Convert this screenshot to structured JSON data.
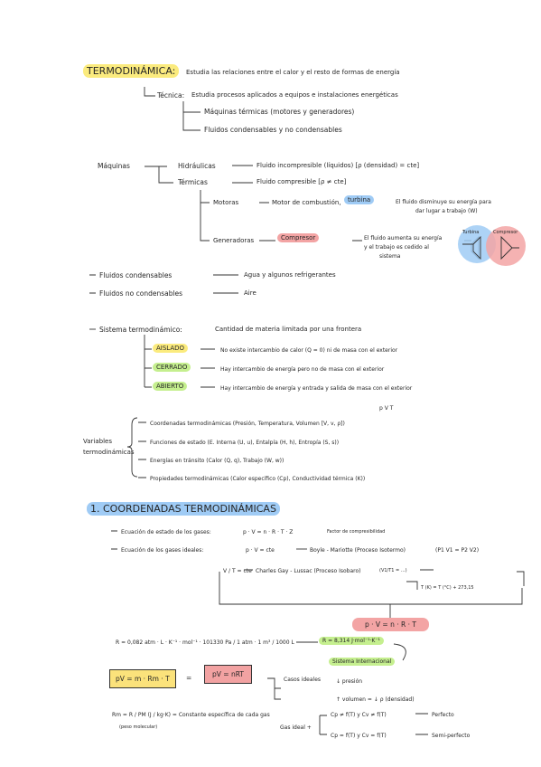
{
  "title": {
    "label": "TERMODINÁMICA:",
    "desc": "Estudia las relaciones entre el calor y el resto de formas de energía"
  },
  "tecnica": {
    "label": "Técnica:",
    "desc": "Estudia procesos aplicados a equipos e instalaciones energéticas",
    "items": [
      "Máquinas térmicas (motores y generadores)",
      "Fluidos condensables y no condensables"
    ]
  },
  "maquinas": {
    "label": "Máquinas",
    "hidraulicas": "Hidráulicas",
    "hidraulicas_desc": "Fluido incompresible (líquidos) [ρ (densidad) = cte]",
    "termicas": "Térmicas",
    "termicas_desc": "Fluido compresible [ρ ≠ cte]",
    "motoras": "Motoras",
    "motoras_desc": "Motor de combustión,",
    "turbina": "turbina",
    "motoras_note": [
      "El fluido disminuye su energía para",
      "dar lugar a trabajo (W)"
    ],
    "generadoras": "Generadoras",
    "compresor": "Compresor",
    "generadoras_note": [
      "El fluido aumenta su energía",
      "y el trabajo es cedido al",
      "sistema"
    ],
    "turbina_label": "Turbina",
    "compresor_label": "Compresor"
  },
  "fluidos": [
    {
      "label": "Fluidos condensables",
      "desc": "Agua y algunos refrigerantes"
    },
    {
      "label": "Fluidos no condensables",
      "desc": "Aire"
    }
  ],
  "sistema": {
    "label": "Sistema termodinámico:",
    "desc": "Cantidad de materia limitada por una frontera",
    "items": [
      {
        "name": "AISLADO",
        "desc": "No existe intercambio de calor (Q = 0) ni de masa con el exterior"
      },
      {
        "name": "CERRADO",
        "desc": "Hay intercambio de energía pero no de masa con el exterior"
      },
      {
        "name": "ABIERTO",
        "desc": "Hay intercambio de energía y entrada y salida de masa con el exterior"
      }
    ]
  },
  "variables": {
    "label": [
      "Variables",
      "termodinámicas"
    ],
    "top_note": "p  V  T",
    "items": [
      "Coordenadas termodinámicas (Presión, Temperatura, Volumen [V, v, ρ])",
      "Funciones de estado (E. Interna (U, u), Entalpía (H, h), Entropía (S, s))",
      "Energías en tránsito (Calor (Q, q), Trabajo (W, w))",
      "Propiedades termodinámicas (Calor específico (Cp), Conductividad térmica (K))"
    ]
  },
  "section1": {
    "title": "1. COORDENADAS TERMODINÁMICAS",
    "eq1_label": "Ecuación de estado de los gases:",
    "eq1": "p · V = n · R · T · Z",
    "eq1_note": "Factor de compresibilidad",
    "eq2_label": "Ecuación de los gases ideales:",
    "eq2": "p · V = cte",
    "eq2_law": "Boyle - Mariotte (Proceso Isotermo)",
    "eq2_rel": "(P1 V1 = P2 V2)",
    "eq3": "V / T = cte",
    "eq3_law": "Charles Gay - Lussac (Proceso Isobaro)",
    "eq3_rel": "(V1/T1 = ...)",
    "eq3_note": "T (K) = T (°C) + 273,15",
    "result": "p · V = n · R · T"
  },
  "constante": {
    "r_expr": "R = 0,082 atm · L · K⁻¹ · mol⁻¹ · 101330 Pa / 1 atm · 1 m³ / 1000 L",
    "r_val": "R = 8,314 J·mol⁻¹·K⁻¹",
    "si": "Sistema Internacional",
    "box1": "pV = m · Rm · T",
    "eq_sign": "=",
    "box2": "pV = nRT",
    "rm": "Rm = R / PM (J / kg·K) = Constante específica de cada gas",
    "rm_sub": "(peso molecular)"
  },
  "casos": {
    "label": "Casos ideales",
    "items": [
      "↓ presión",
      "↑ volumen = ↓ ρ (densidad)"
    ]
  },
  "gasideal": {
    "label": "Gas ideal +",
    "items": [
      {
        "eq": "Cp ≠ f(T) y Cv ≠ f(T)",
        "res": "Perfecto"
      },
      {
        "eq": "Cp = f(T) y Cv = f(T)",
        "res": "Semi-perfecto"
      }
    ]
  }
}
